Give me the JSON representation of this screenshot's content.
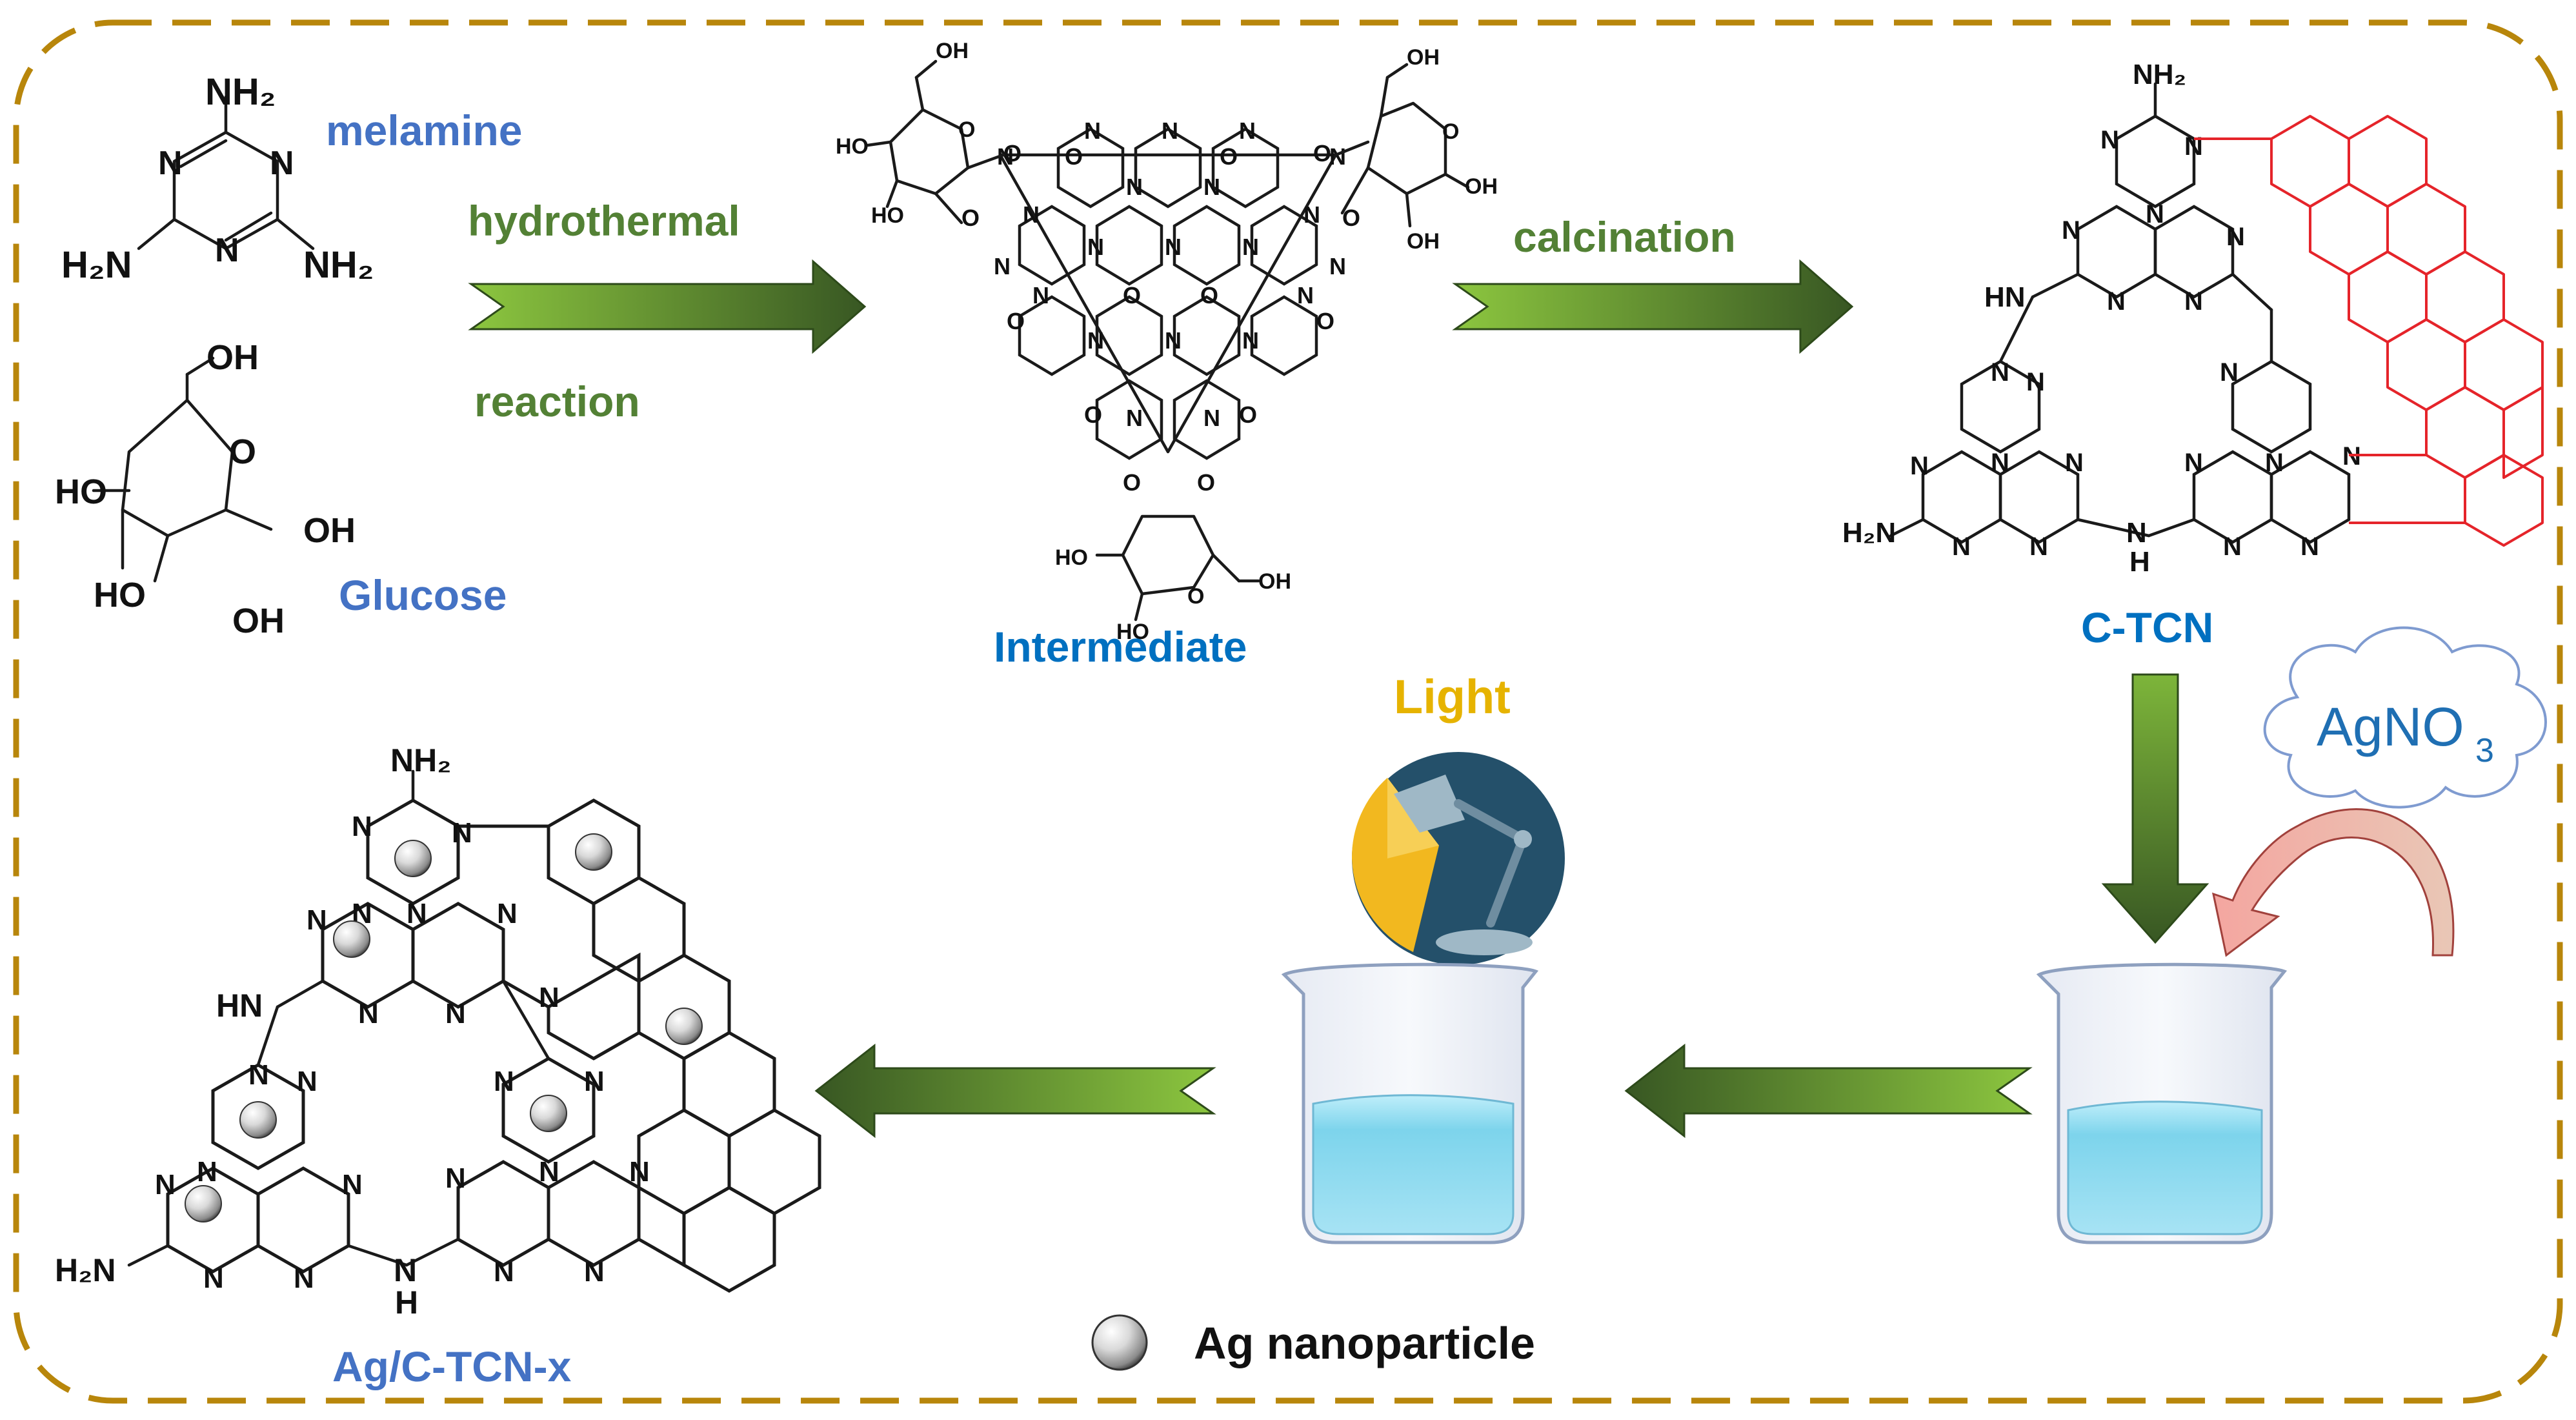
{
  "labels": {
    "melamine": "melamine",
    "glucose": "Glucose",
    "step1_top": "hydrothermal",
    "step1_bottom": "reaction",
    "intermediate": "Intermediate",
    "step2": "calcination",
    "ctcn": "C-TCN",
    "light": "Light",
    "agno3_main": "AgNO",
    "agno3_sub": "3",
    "product": "Ag/C-TCN-x",
    "legend": "Ag nanoparticle"
  },
  "atoms": {
    "nh2": "NH₂",
    "h2n": "H₂N",
    "nh": "NH",
    "hn": "HN",
    "n": "N",
    "h": "H",
    "o": "O",
    "oh": "OH",
    "ho": "HO"
  },
  "colors": {
    "frame": "#b8860b",
    "blue_label": "#4472c4",
    "bright_blue_label": "#0070c0",
    "green_label": "#538135",
    "light_label": "#e6b300",
    "arrow_dark": "#385723",
    "arrow_light": "#8cc63f",
    "red_bonds": "#e5242a",
    "lamp_disk": "#24506a",
    "lamp_yellow": "#f2b81f",
    "water": "#6fcde8"
  },
  "icons": {
    "arrow": "process-arrow-icon",
    "lamp": "desk-lamp-icon",
    "beaker": "beaker-icon",
    "cloud": "cloud-icon",
    "curved_arrow": "curved-arrow-icon",
    "sphere": "silver-sphere-icon"
  }
}
